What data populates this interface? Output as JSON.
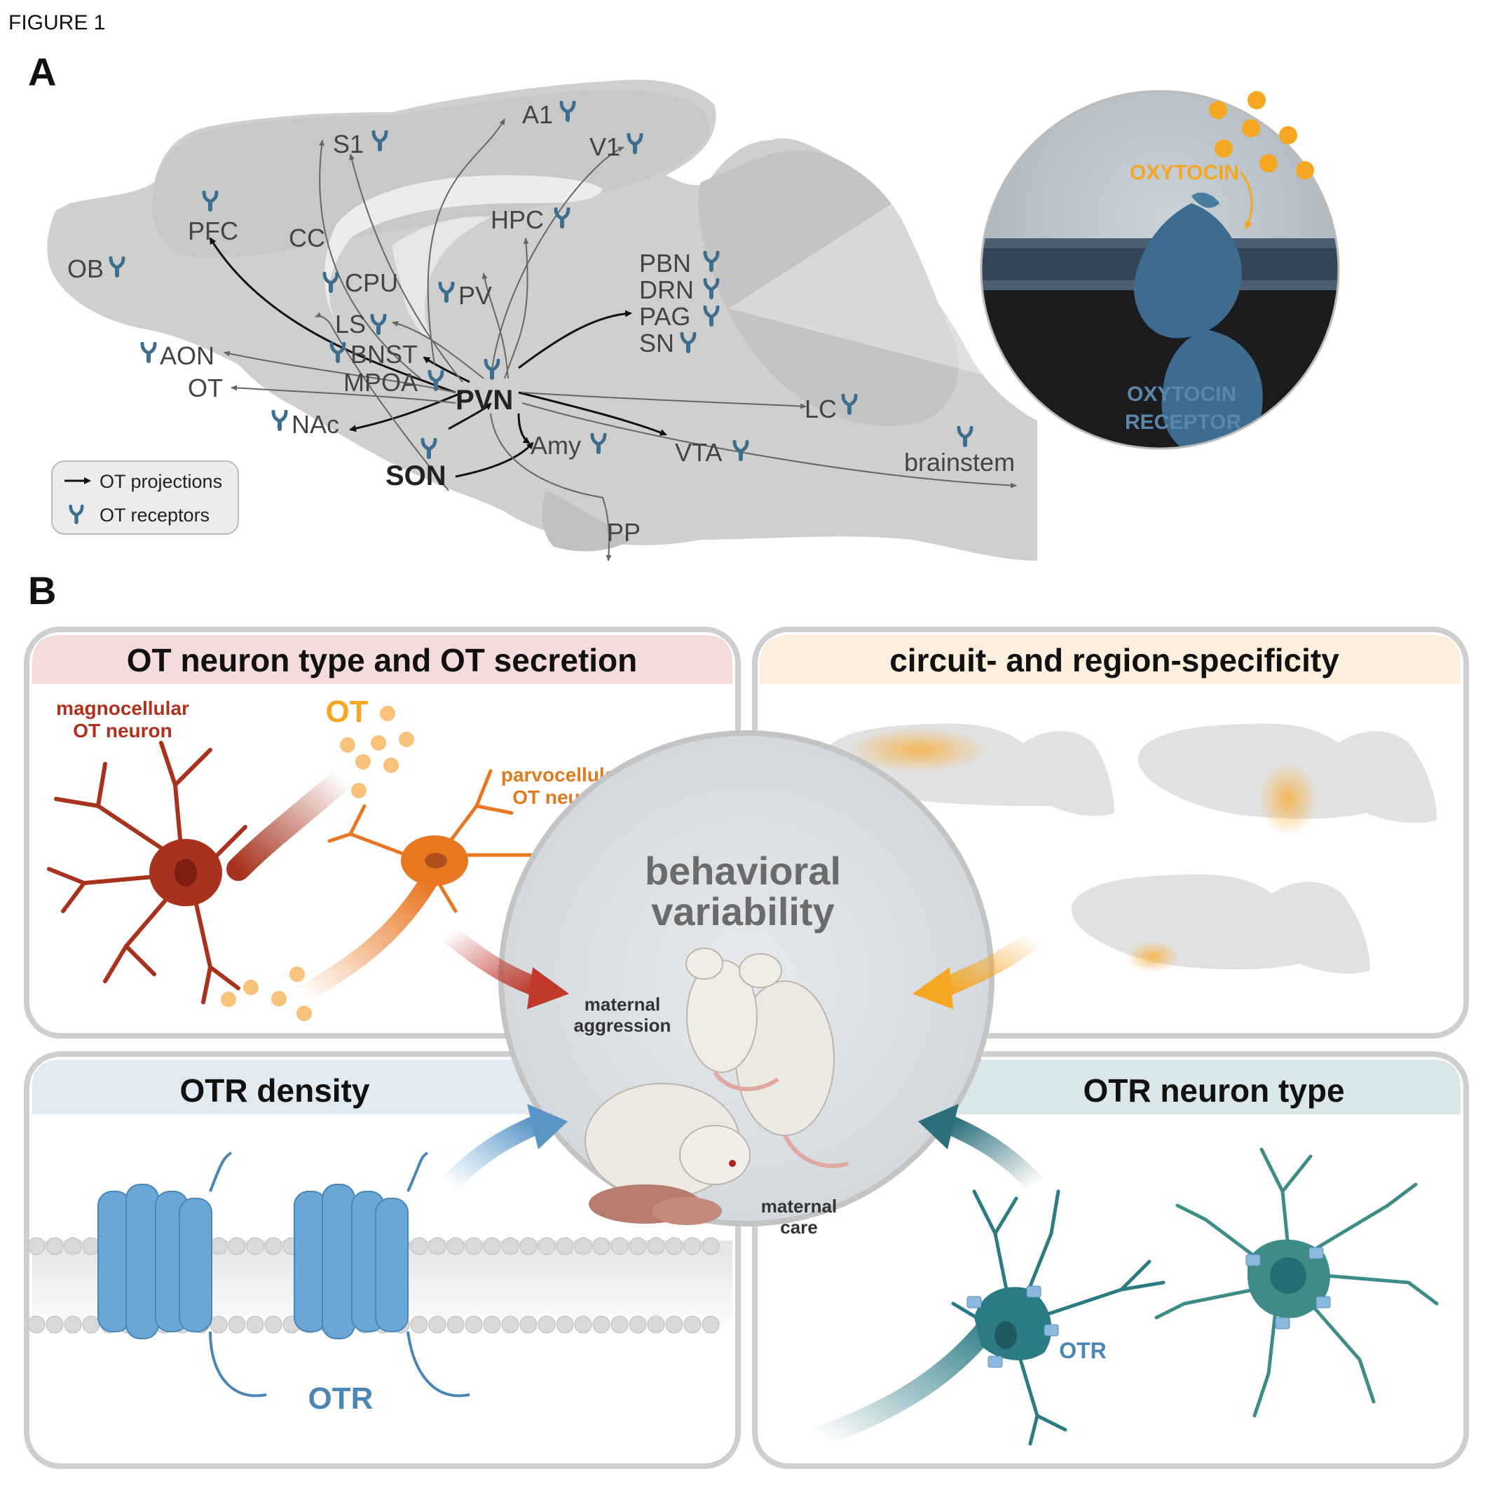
{
  "figure_label": "FIGURE 1",
  "panel_a": {
    "letter": "A",
    "regions": {
      "ob": "OB",
      "pfc": "PFC",
      "s1": "S1",
      "a1": "A1",
      "v1": "V1",
      "cc": "CC",
      "hpc": "HPC",
      "cpu": "CPU",
      "pv": "PV",
      "ls": "LS",
      "bnst": "BNST",
      "mpoa": "MPOA",
      "aon": "AON",
      "ot": "OT",
      "nac": "NAc",
      "pvn": "PVN",
      "son": "SON",
      "amy": "Amy",
      "pbn": "PBN",
      "drn": "DRN",
      "pag": "PAG",
      "sn": "SN",
      "lc": "LC",
      "vta": "VTA",
      "brainstem": "brainstem",
      "pp": "PP"
    },
    "legend": {
      "projections": "OT projections",
      "receptors": "OT receptors"
    },
    "zoom": {
      "ligand": "OXYTOCIN",
      "receptor_line1": "OXYTOCIN",
      "receptor_line2": "RECEPTOR"
    },
    "colors": {
      "receptor": "#3e6e8e",
      "oxytocin": "#f5a623",
      "brain": "#cfcfcf"
    }
  },
  "panel_b": {
    "letter": "B",
    "center": {
      "title_line1": "behavioral",
      "title_line2": "variability",
      "aggression_line1": "maternal",
      "aggression_line2": "aggression",
      "care_line1": "maternal",
      "care_line2": "care"
    },
    "boxes": {
      "top_left": {
        "title": "OT neuron type and OT secretion",
        "magno_line1": "magnocellular",
        "magno_line2": "OT neuron",
        "ot": "OT",
        "parvo_line1": "parvocellular",
        "parvo_line2": "OT neuron"
      },
      "top_right": {
        "title": "circuit- and region-specificity"
      },
      "bottom_left": {
        "title": "OTR density",
        "otr": "OTR"
      },
      "bottom_right": {
        "title": "OTR neuron type",
        "otr": "OTR"
      }
    },
    "colors": {
      "top_left_header": "#f4dcda",
      "top_right_header": "#fdeedd",
      "bottom_left_header": "#dfeaf2",
      "bottom_right_header": "#d9e7ea",
      "magno": "#a8321e",
      "parvo": "#e87722",
      "otr_blue": "#6aa6d6",
      "otr_neuron": "#2b7b84"
    }
  }
}
